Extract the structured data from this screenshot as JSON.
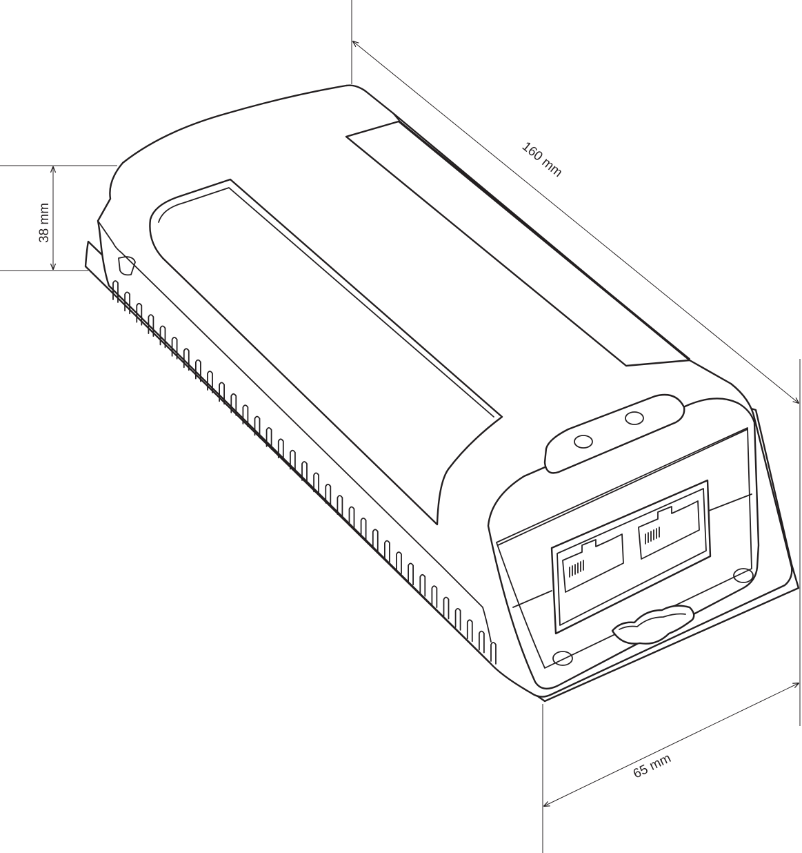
{
  "dimensions": {
    "length": {
      "label": "160 mm"
    },
    "height": {
      "label": "38 mm"
    },
    "width": {
      "label": "65 mm"
    }
  },
  "device": {
    "name": "",
    "port_count": 2,
    "rib_count": 33
  },
  "colors": {
    "stroke": "#231f20",
    "background": "#ffffff"
  }
}
